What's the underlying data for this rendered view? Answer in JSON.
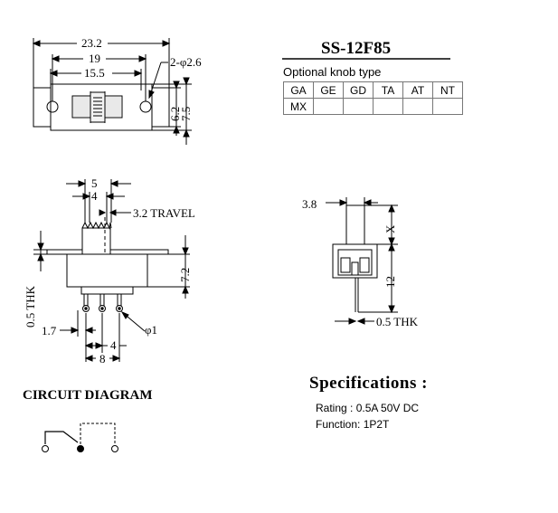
{
  "part_number": "SS-12F85",
  "knob_table": {
    "title": "Optional knob type",
    "rows": [
      [
        "GA",
        "GE",
        "GD",
        "TA",
        "AT",
        "NT"
      ],
      [
        "MX",
        "",
        "",
        "",
        "",
        ""
      ]
    ]
  },
  "top_view": {
    "dim_overall": "23.2",
    "dim_holes": "19",
    "dim_inner": "15.5",
    "dim_hole_dia": "2-φ2.6",
    "dim_height_inner": "6.2",
    "dim_height_outer": "7.5"
  },
  "side_view": {
    "dim_knob_outer": "5",
    "dim_knob_inner": "4",
    "dim_travel": "3.2 TRAVEL",
    "dim_height": "7.2",
    "dim_thk": "0.5 THK",
    "dim_pin_offset": "1.7",
    "dim_pin_dia": "φ1",
    "dim_pin_pitch": "4",
    "dim_pin_span": "8"
  },
  "end_view": {
    "dim_knob_width": "3.8",
    "dim_x": "X",
    "dim_height": "12",
    "dim_thk": "0.5 THK"
  },
  "specifications": {
    "title": "Specifications :",
    "rating": "Rating : 0.5A 50V DC",
    "function": "Function: 1P2T"
  },
  "circuit": {
    "title": "CIRCUIT DIAGRAM"
  }
}
